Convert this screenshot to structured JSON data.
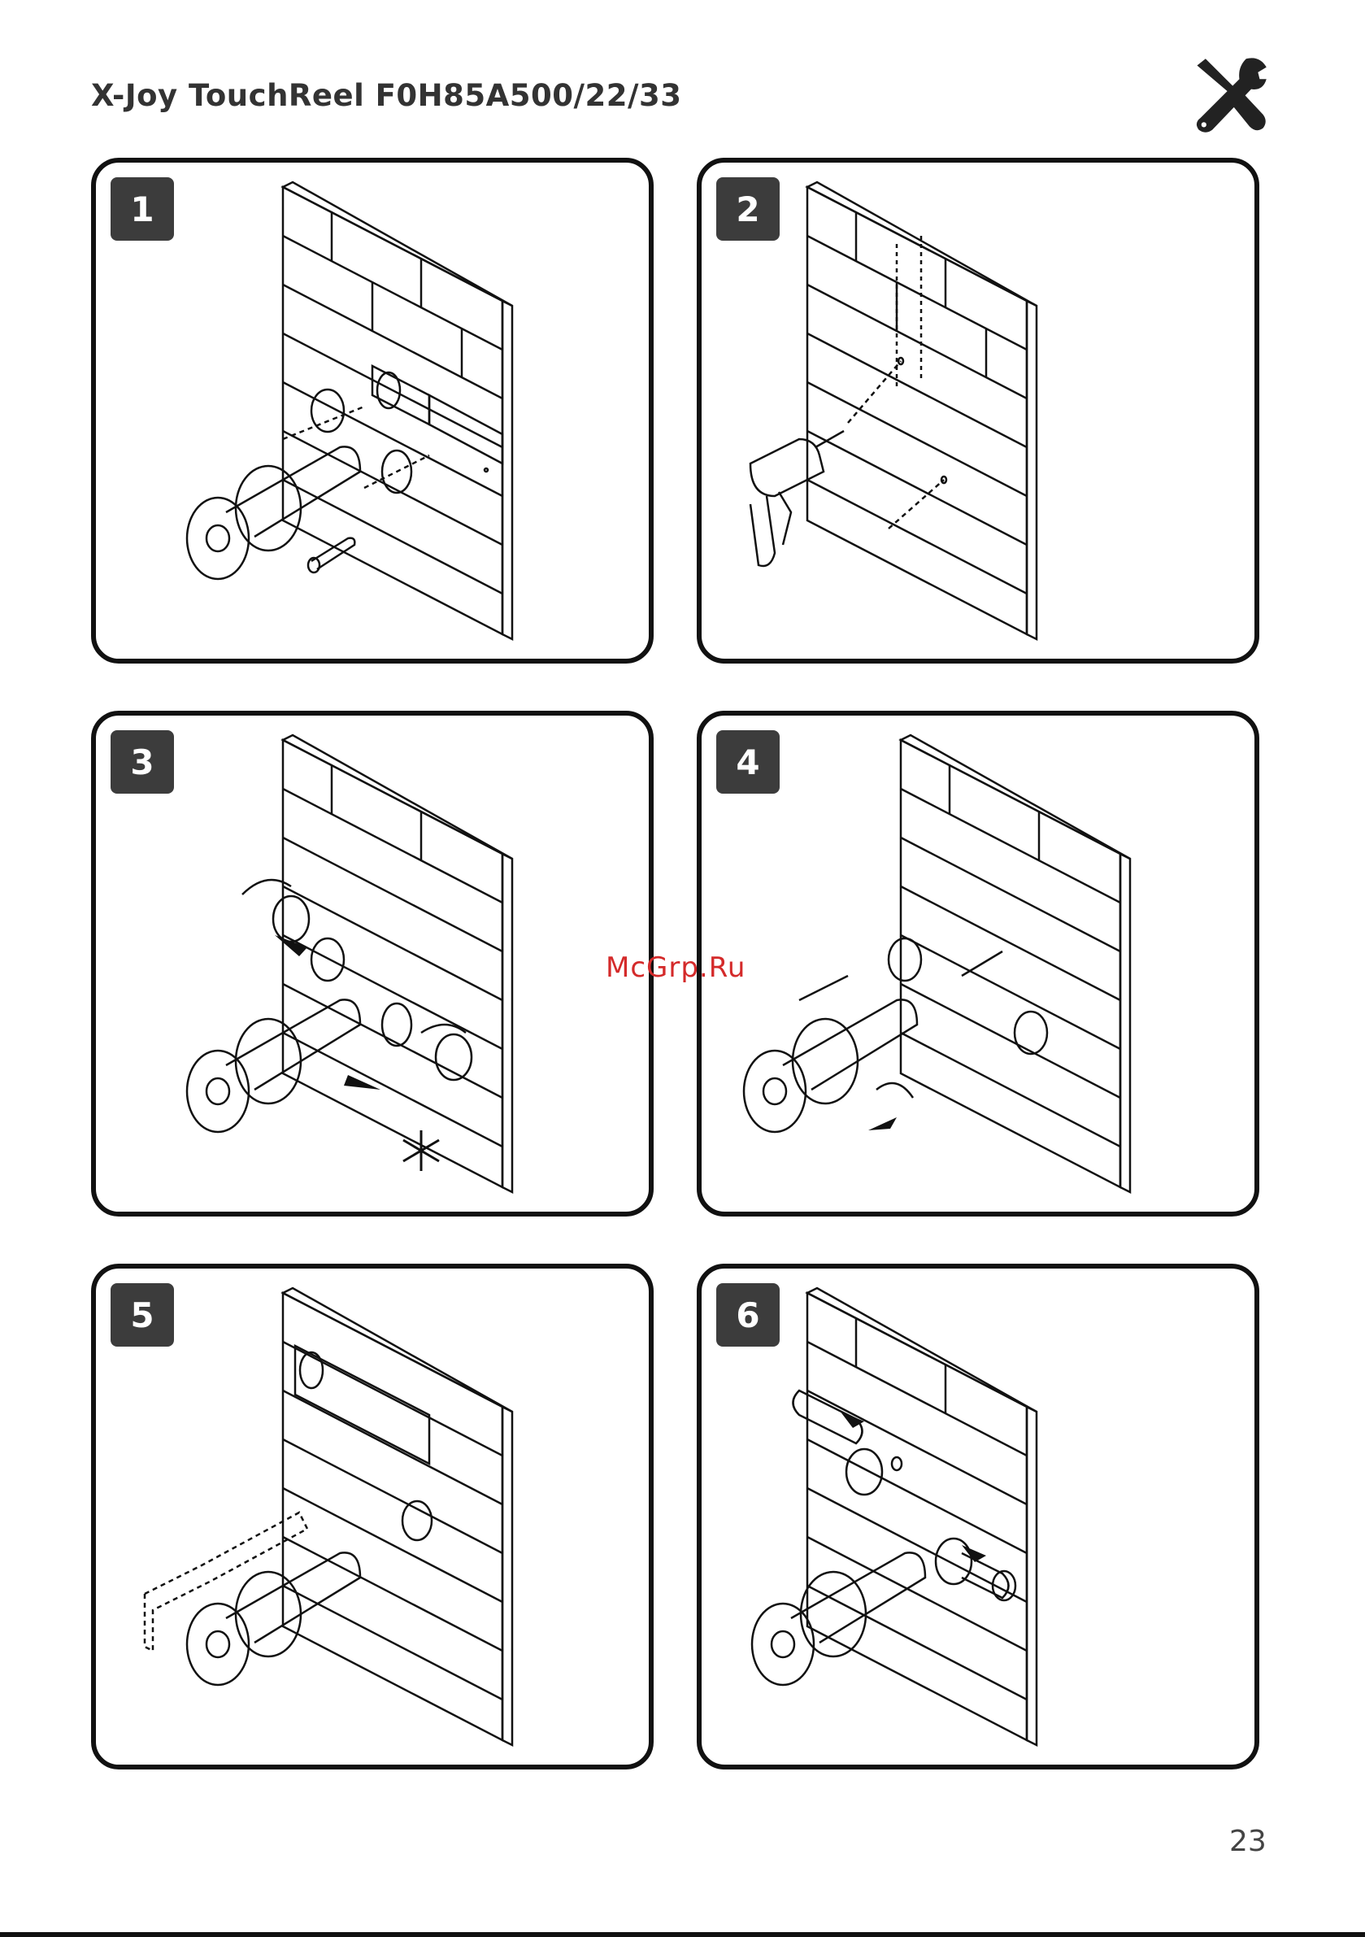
{
  "header": {
    "title": "X-Joy TouchReel F0H85A500/22/33",
    "tools_icon": "wrench-screwdriver-icon"
  },
  "steps": [
    {
      "number": "1"
    },
    {
      "number": "2"
    },
    {
      "number": "3"
    },
    {
      "number": "4"
    },
    {
      "number": "5"
    },
    {
      "number": "6"
    }
  ],
  "watermark": "McGrp.Ru",
  "footer": {
    "page_number": "23"
  },
  "colors": {
    "badge": "#3c3c3c",
    "ink": "#111111",
    "watermark": "#d42a2a"
  }
}
